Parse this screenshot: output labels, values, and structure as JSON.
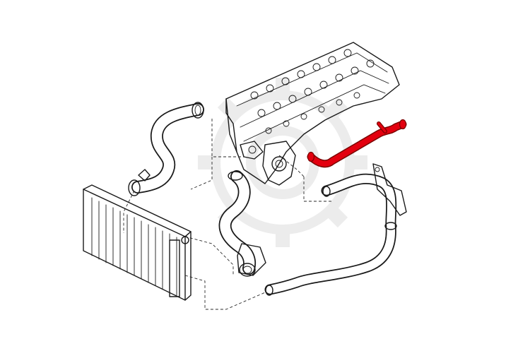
{
  "colors": {
    "highlight": "#e3000f",
    "line": "#1a1a1a",
    "watermark": "#ececec",
    "background": "#ffffff"
  },
  "parts": [
    {
      "id": "cylinder-head",
      "highlighted": false
    },
    {
      "id": "radiator",
      "highlighted": false
    },
    {
      "id": "upper-radiator-hose",
      "highlighted": false
    },
    {
      "id": "lower-radiator-hose",
      "highlighted": false
    },
    {
      "id": "long-return-hose",
      "highlighted": false
    },
    {
      "id": "thermostat-housing",
      "highlighted": false
    },
    {
      "id": "coolant-pipe",
      "highlighted": true
    }
  ],
  "icons": {
    "watermark": "gear-watermark-icon"
  }
}
